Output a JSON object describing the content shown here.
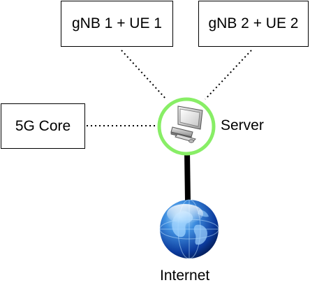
{
  "nodes": {
    "gnb1": {
      "label": "gNB 1 + UE 1"
    },
    "gnb2": {
      "label": "gNB 2 + UE 2"
    },
    "core": {
      "label": "5G Core"
    },
    "server": {
      "label": "Server",
      "icon": "computer-icon",
      "ring_color": "#88ee66"
    },
    "internet": {
      "label": "Internet",
      "icon": "globe-icon"
    }
  },
  "links": [
    {
      "from": "gnb1",
      "to": "server",
      "style": "dotted"
    },
    {
      "from": "gnb2",
      "to": "server",
      "style": "dotted"
    },
    {
      "from": "core",
      "to": "server",
      "style": "dotted"
    },
    {
      "from": "server",
      "to": "internet",
      "style": "solid-thick"
    }
  ]
}
